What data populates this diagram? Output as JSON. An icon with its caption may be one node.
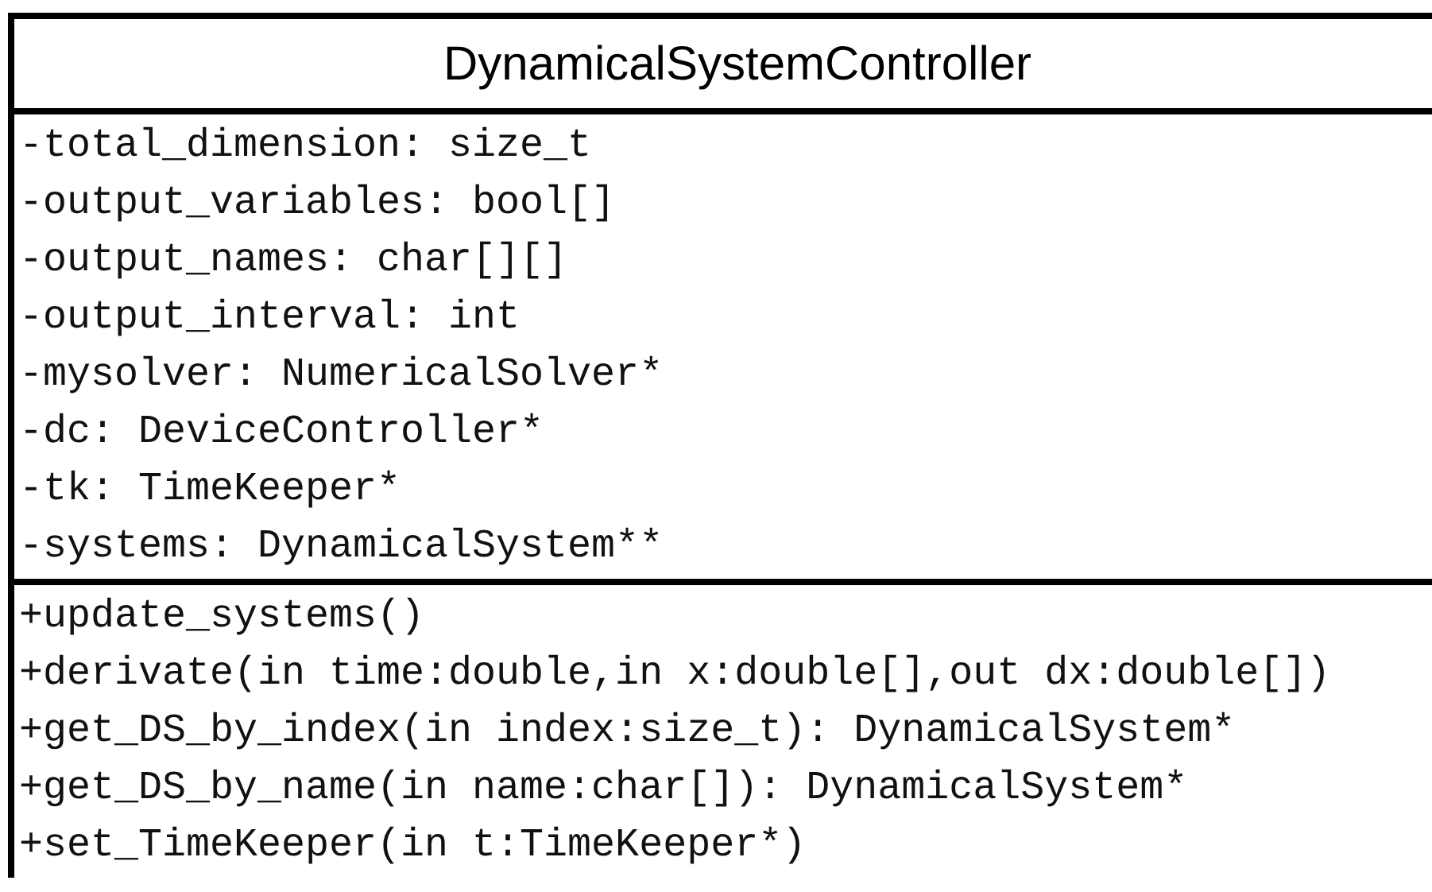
{
  "diagram": {
    "nodes": [
      {
        "text": [
          "DynamicalSystemController"
        ]
      },
      {
        "text": [
          "-total_dimension: size_t",
          "-output_variables: bool[]",
          "-output_names: char[][]",
          "-output_interval: int",
          "-mysolver: NumericalSolver*",
          "-dc: DeviceController*",
          "-tk: TimeKeeper*",
          "-systems: DynamicalSystem**"
        ],
        "in": 0
      },
      {
        "text": [
          "+update_systems()",
          "+derivate(in time:double,in x:double[],out dx:double[])",
          "+get_DS_by_index(in index:size_t): DynamicalSystem*",
          "+get_DS_by_name(in name:char[]): DynamicalSystem*",
          "+set_TimeKeeper(in t:TimeKeeper*)"
        ],
        "in": 0
      }
    ]
  }
}
